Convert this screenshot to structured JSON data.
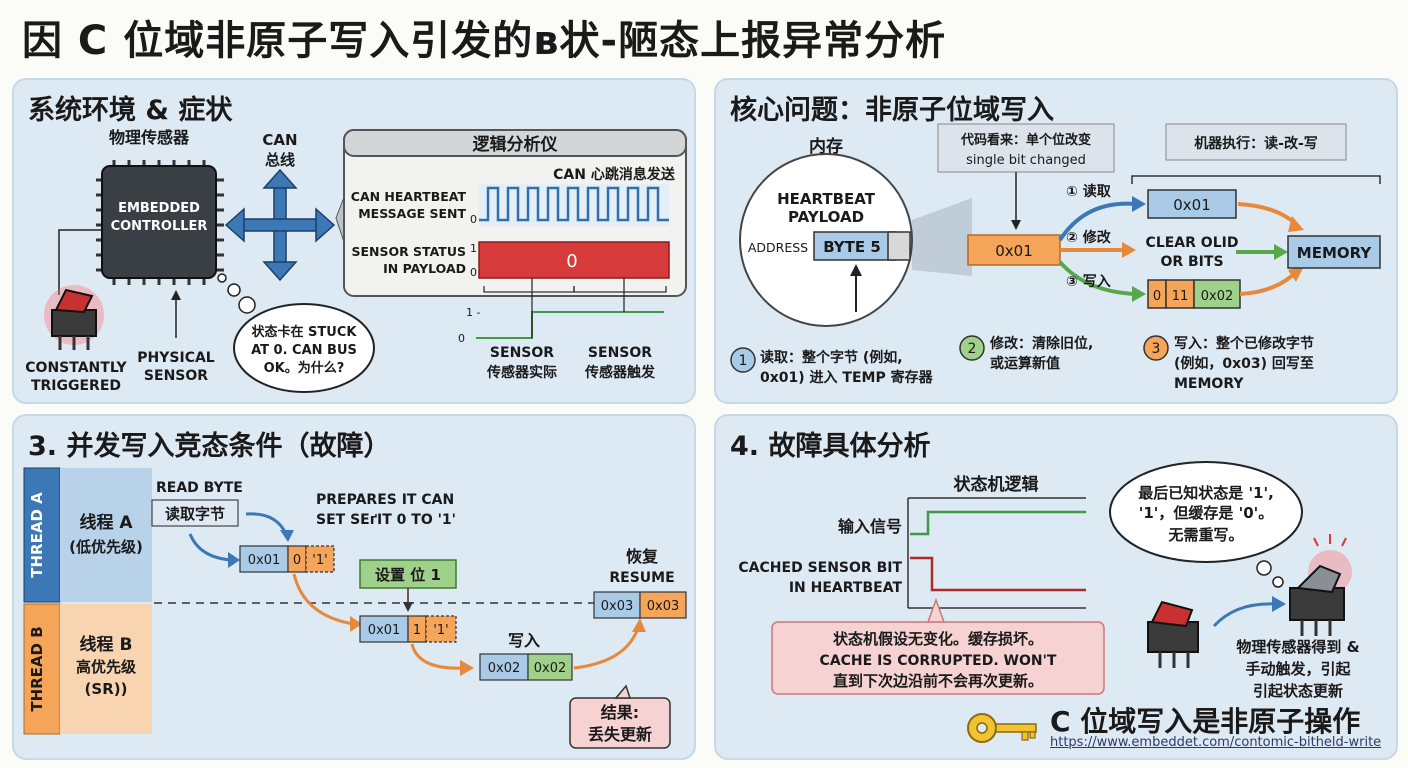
{
  "title": "因 C 位域非原子写入引发的ʙ状-陋态上报异常分析",
  "colors": {
    "panel_bg": "#dde9f3",
    "blue_box": "#a9cbe8",
    "orange_box": "#f4a55a",
    "green_box": "#9fd18b",
    "red": "#d63a3a",
    "pink_box": "#f6d2d2",
    "arrow_blue": "#3b78b5",
    "arrow_orange": "#e8883a",
    "arrow_green": "#5aa64a"
  },
  "p1": {
    "title": "系统环境 & 症状",
    "sensor_label": "物理传感器",
    "controller": [
      "EMBEDDED",
      "CONTROLLER"
    ],
    "can_bus": [
      "CAN",
      "总线"
    ],
    "constantly": [
      "CONSTANTLY",
      "TRIGGERED"
    ],
    "physical": [
      "PHYSICAL",
      "SENSOR"
    ],
    "bubble": [
      "状态卡在 STUCK",
      "AT 0. CAN BUS",
      "OK。为什么?"
    ],
    "analyzer_title": "逻辑分析仪",
    "analyzer_sub": "CAN 心跳消息发送",
    "ch1": [
      "CAN HEARTBEAT",
      "MESSAGE SENT"
    ],
    "ch2": [
      "SENSOR STATUS",
      "IN PAYLOAD"
    ],
    "ch1_low": "0",
    "ch2_hi": "1",
    "ch2_low": "0",
    "ch2_value": "0",
    "lvl1": "1 -",
    "lvl0": "0",
    "sensor_actual": [
      "SENSOR",
      "传感器实际"
    ],
    "sensor_trigger": [
      "SENSOR",
      "传感器触发"
    ]
  },
  "p2": {
    "title": "核心问题：非原子位域写入",
    "memory": "内存",
    "heartbeat": [
      "HEARTBEAT",
      "PAYLOAD"
    ],
    "address": "ADDRESS",
    "byte5": "BYTE 5",
    "code_view": [
      "代码看来：单个位改变",
      "single bit changed"
    ],
    "machine": "机器执行：读-改-写",
    "src_val": "0x01",
    "step1": "① 读取",
    "step2": "② 修改",
    "step3": "③ 写入",
    "read_val": "0x01",
    "clear": [
      "CLEAR OLID",
      "OR BITS"
    ],
    "memory_box": "MEMORY",
    "w1": "0",
    "w2": "11",
    "w3": "0x02",
    "n1": "1",
    "n1_text": [
      "读取：整个字节 (例如,",
      "0x01) 进入 TEMP 寄存器"
    ],
    "n2": "2",
    "n2_text": [
      "修改：清除旧位,",
      "或运算新值"
    ],
    "n3": "3",
    "n3_text": [
      "写入：整个已修改字节",
      "(例如，0x03) 回写至",
      "MEMORY"
    ]
  },
  "p3": {
    "title": "3. 并发写入竞态条件（故障）",
    "thread_a": "THREAD A",
    "thread_b": "THREAD B",
    "a_label": [
      "线程 A",
      "(低优先级)"
    ],
    "b_label": [
      "线程 B",
      "高优先级",
      "(SR))"
    ],
    "read_byte": "READ BYTE",
    "read_cn": "读取字节",
    "prepares": [
      "PREPARES IT CAN",
      "SET SEґIT 0 TO '1'"
    ],
    "a1": "0x01",
    "a2": "0",
    "a3": "'1'",
    "set_bit": "设置 位 1",
    "b1": "0x01",
    "b2": "1",
    "b3": "'1'",
    "write_cn": "写入",
    "w1": "0x02",
    "w2": "0x02",
    "resume": [
      "恢复",
      "RESUME"
    ],
    "r1": "0x03",
    "r2": "0x03",
    "result": [
      "结果:",
      "丢失更新"
    ]
  },
  "p4": {
    "title": "4. 故障具体分析",
    "fsm": "状态机逻辑",
    "input": "输入信号",
    "cached": [
      "CACHED SENSOR BIT",
      "IN HEARTBEAT"
    ],
    "note": [
      "状态机假设无变化。缓存损坏。",
      "CACHE IS CORRUPTED. WON'T",
      "直到下次边沿前不会再次更新。"
    ],
    "bubble": [
      "最后已知状态是 '1',",
      "'1'，但缓存是 '0'。",
      "无需重写。"
    ],
    "phys": [
      "物理传感器得到 &",
      "手动触发，引起",
      "引起状态更新"
    ]
  },
  "footer": {
    "title": "C 位域写入是非原子操作",
    "url": "https://www.embeddet.com/contomic-bitheld-write"
  }
}
